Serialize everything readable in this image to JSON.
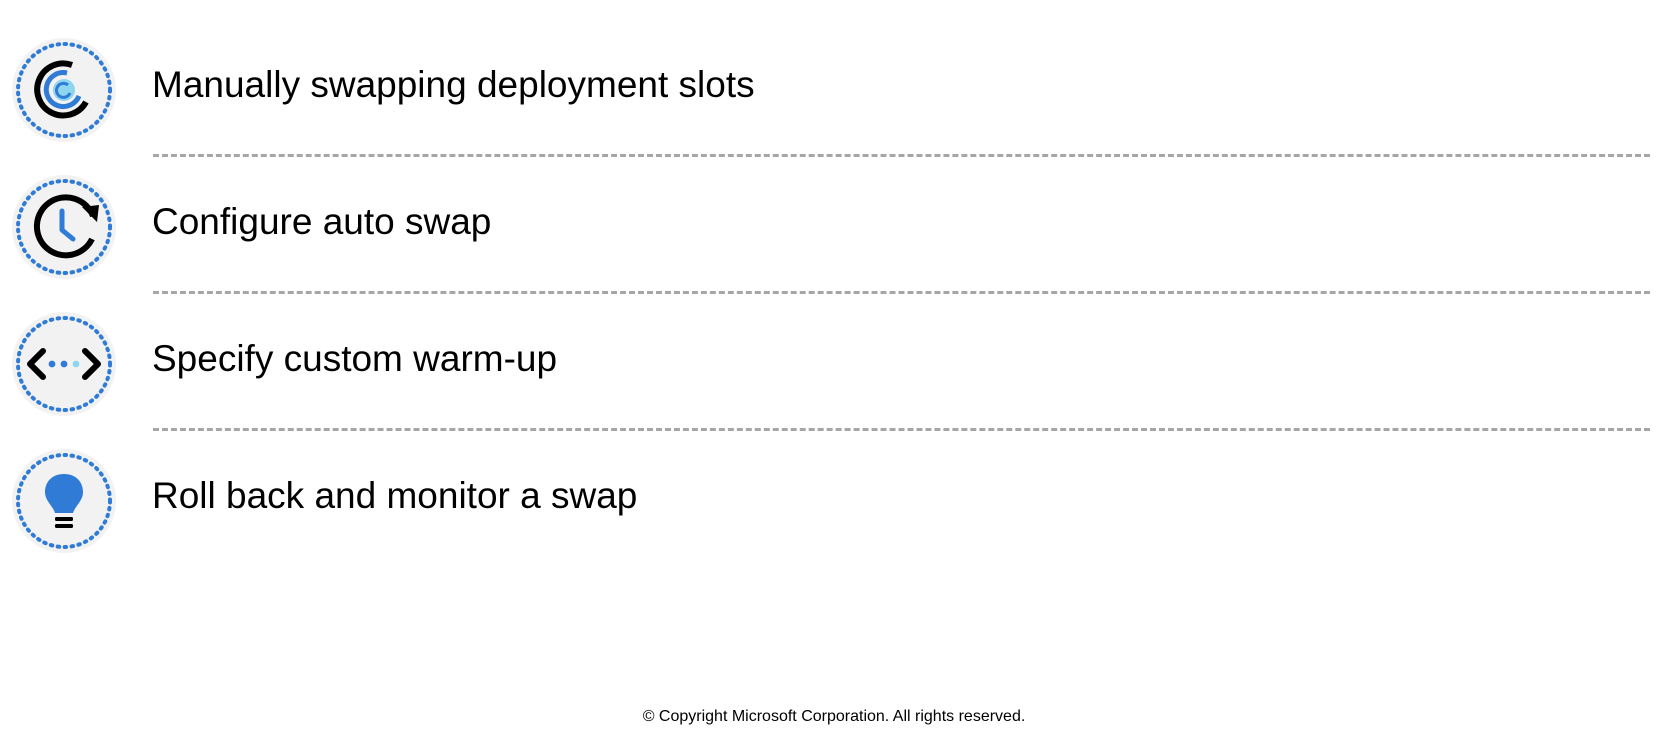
{
  "items": [
    {
      "label": "Manually swapping deployment slots",
      "icon": "swap-cycle-icon"
    },
    {
      "label": "Configure auto swap",
      "icon": "clock-refresh-icon"
    },
    {
      "label": "Specify custom warm-up",
      "icon": "code-brackets-icon"
    },
    {
      "label": "Roll back and monitor a swap",
      "icon": "lightbulb-icon"
    }
  ],
  "footer": {
    "copyright": "© Copyright Microsoft Corporation. All rights reserved."
  },
  "colors": {
    "accent_blue": "#2f7bd6",
    "light_blue": "#8ed6f0",
    "icon_background": "#f2f2f2",
    "divider": "#a6a6a6",
    "text": "#000000"
  }
}
